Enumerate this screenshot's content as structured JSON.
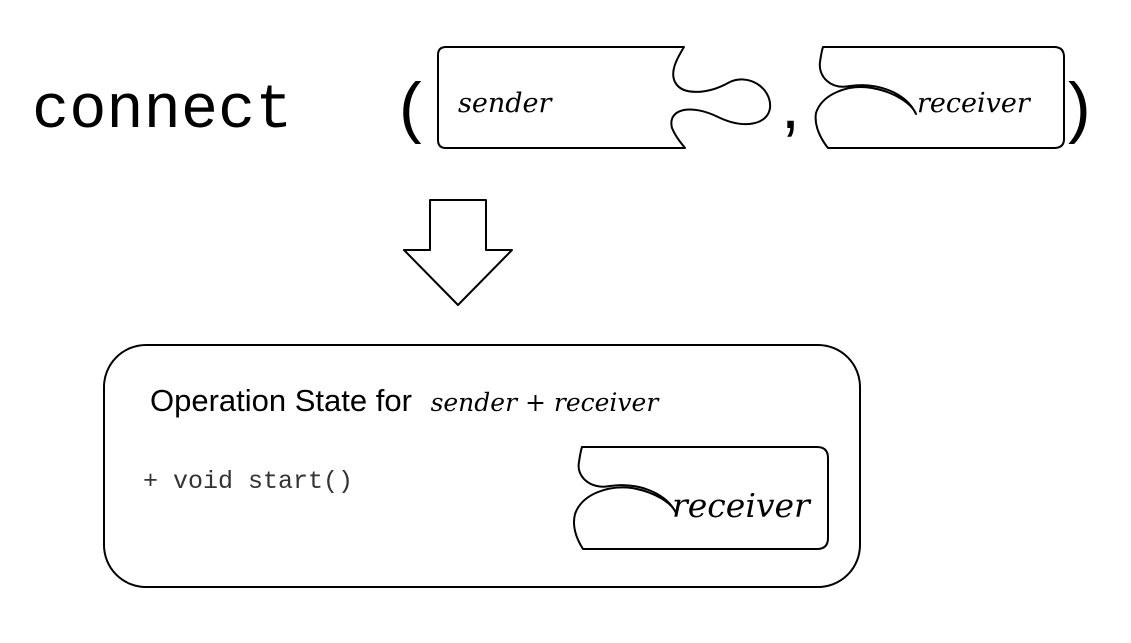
{
  "connect_call": {
    "function_name": "connect",
    "open_paren": "(",
    "comma": ",",
    "close_paren": ")",
    "sender_label": "sender",
    "receiver_label": "receiver"
  },
  "arrow": {
    "direction": "down"
  },
  "operation_state": {
    "title": "Operation State for",
    "title_suffix": "sender + receiver",
    "method": "+ void start()",
    "receiver_label": "receiver"
  }
}
